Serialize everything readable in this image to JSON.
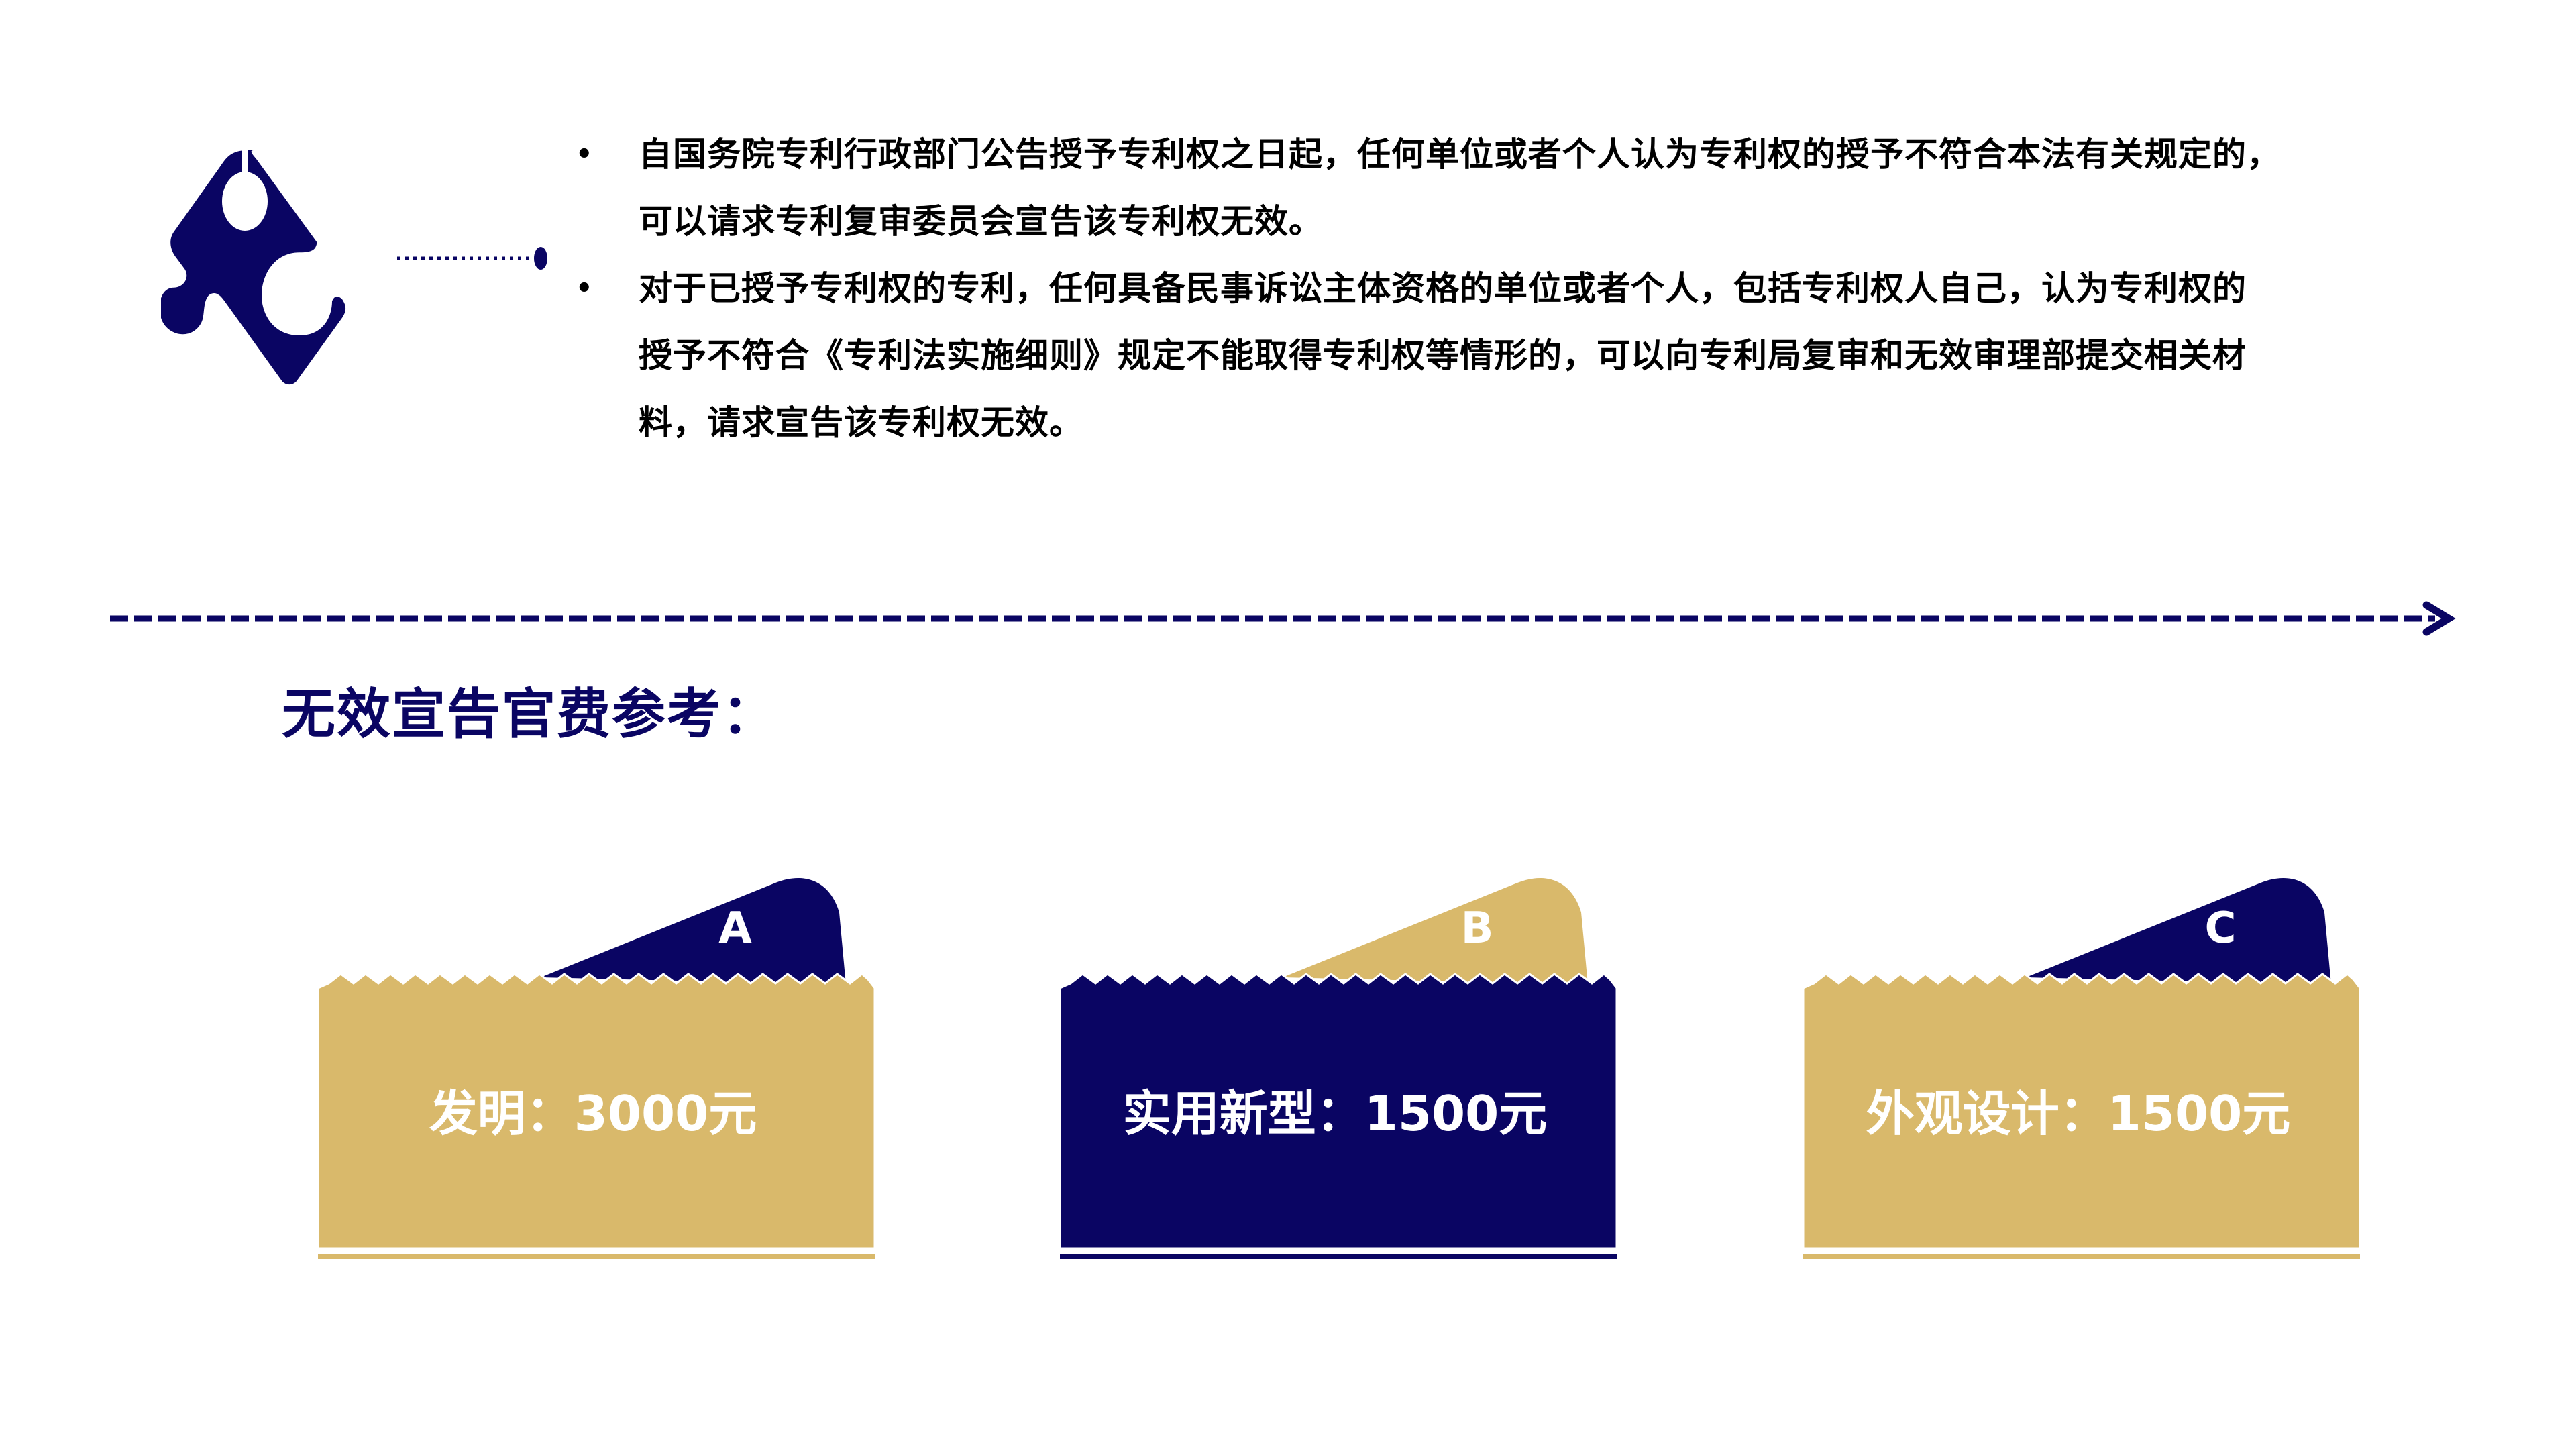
{
  "colors": {
    "navy": "#0A0563",
    "gold": "#D9B96B",
    "text": "#000000",
    "background": "#FFFFFF"
  },
  "logo": {
    "icon": "puzzle-piece-icon"
  },
  "bullets": [
    {
      "lines": [
        "自国务院专利行政部门公告授予专利权之日起，任何单位或者个人认为专利权的授予不符合本法有关规定的，",
        "可以请求专利复审委员会宣告该专利权无效。"
      ]
    },
    {
      "lines": [
        "对于已授予专利权的专利，任何具备民事诉讼主体资格的单位或者个人，包括专利权人自己，认为专利权的",
        "授予不符合《专利法实施细则》规定不能取得专利权等情形的，可以向专利局复审和无效审理部提交相关材",
        "料，请求宣告该专利权无效。"
      ]
    }
  ],
  "bullet_symbol": "•",
  "section_heading": "无效宣告官费参考：",
  "fee_cards": [
    {
      "letter": "A",
      "label": "发明：3000元",
      "category": "发明",
      "amount": "3000",
      "unit": "元",
      "body_color": "gold",
      "tab_color": "navy"
    },
    {
      "letter": "B",
      "label": "实用新型：1500元",
      "category": "实用新型",
      "amount": "1500",
      "unit": "元",
      "body_color": "navy",
      "tab_color": "gold"
    },
    {
      "letter": "C",
      "label": "外观设计：1500元",
      "category": "外观设计",
      "amount": "1500",
      "unit": "元",
      "body_color": "gold",
      "tab_color": "navy"
    }
  ]
}
